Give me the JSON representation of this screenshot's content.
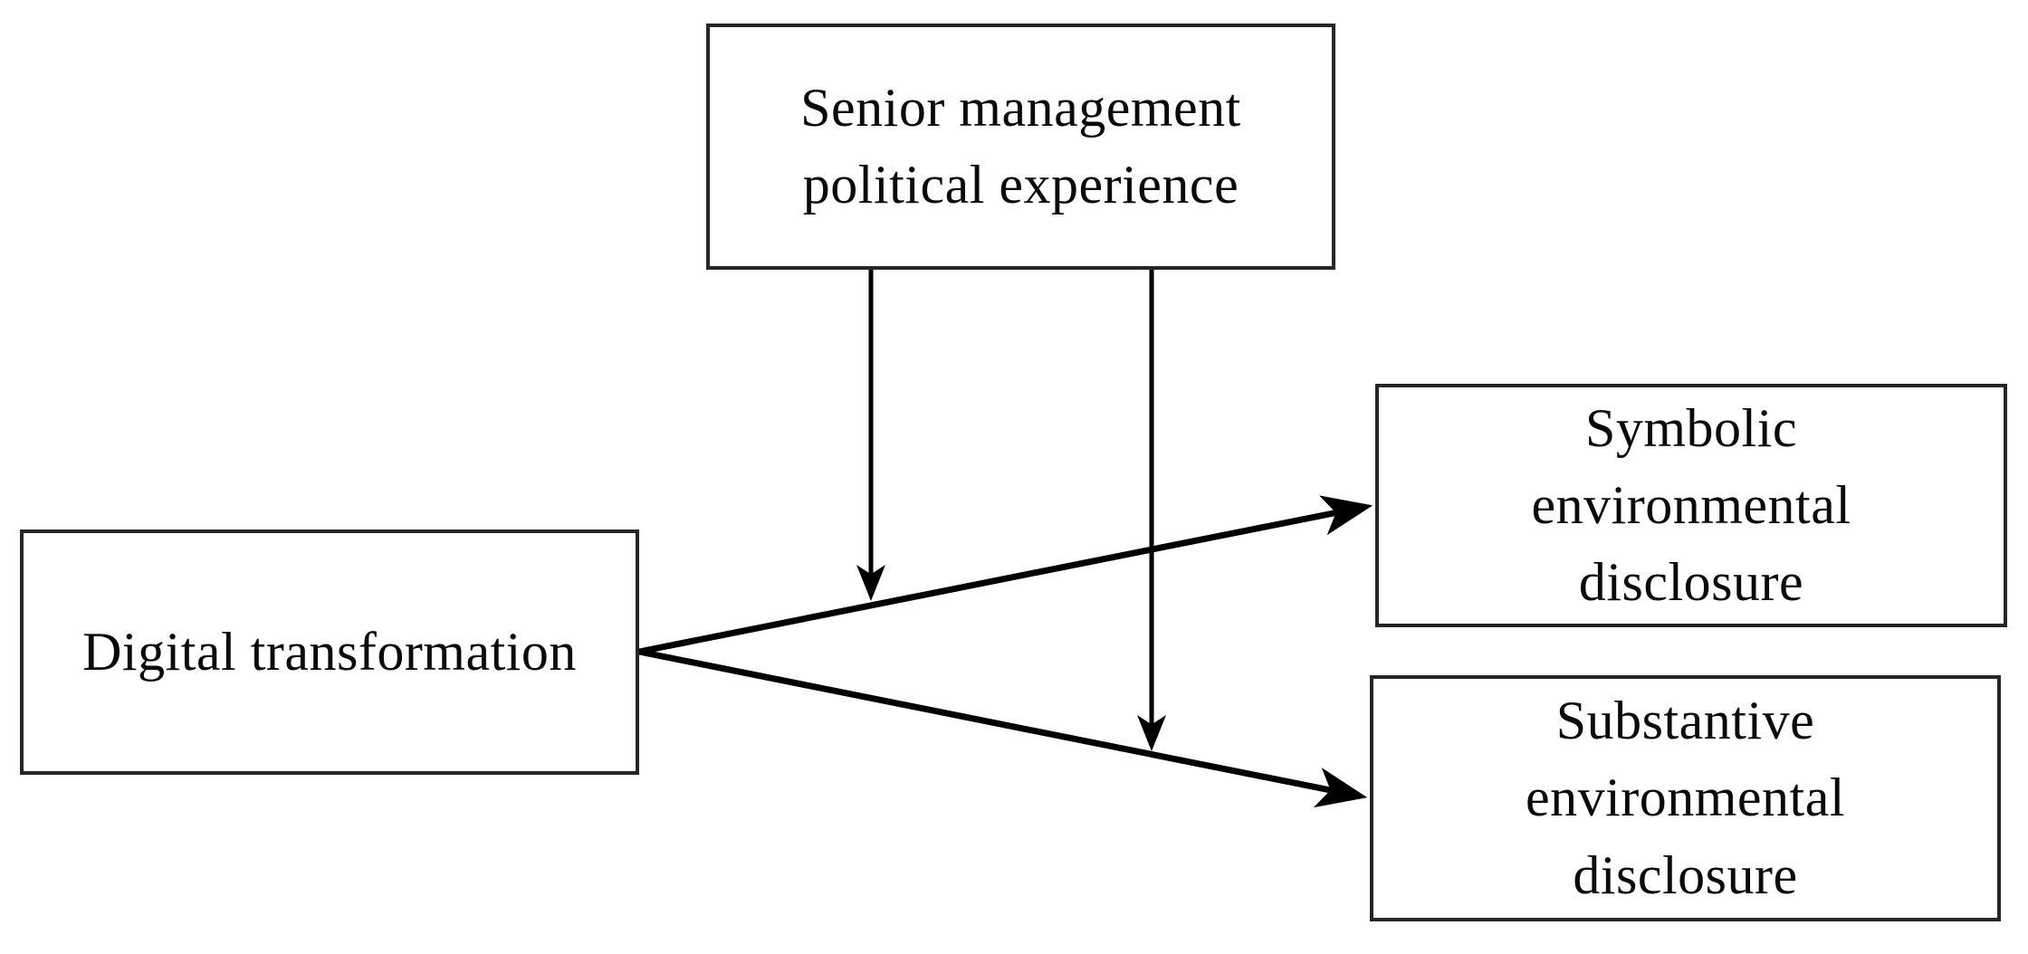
{
  "diagram": {
    "description": "Conceptual research model diagram",
    "colors": {
      "background": "#ffffff",
      "box_border": "#262626",
      "arrow": "#000000",
      "text": "#0a0a0a"
    },
    "nodes": {
      "senior": {
        "label": "Senior management\npolitical experience",
        "role": "moderator"
      },
      "digital": {
        "label": "Digital transformation",
        "role": "independent-variable"
      },
      "symbolic": {
        "label": "Symbolic\nenvironmental\ndisclosure",
        "role": "dependent-variable"
      },
      "substantive": {
        "label": "Substantive\nenvironmental\ndisclosure",
        "role": "dependent-variable"
      }
    },
    "edges": [
      {
        "from": "digital",
        "to": "symbolic",
        "type": "direct-effect-arrow"
      },
      {
        "from": "digital",
        "to": "substantive",
        "type": "direct-effect-arrow"
      },
      {
        "from": "senior",
        "to": "path digital-to-symbolic",
        "type": "moderation-arrow"
      },
      {
        "from": "senior",
        "to": "path digital-to-substantive",
        "type": "moderation-arrow"
      }
    ]
  }
}
